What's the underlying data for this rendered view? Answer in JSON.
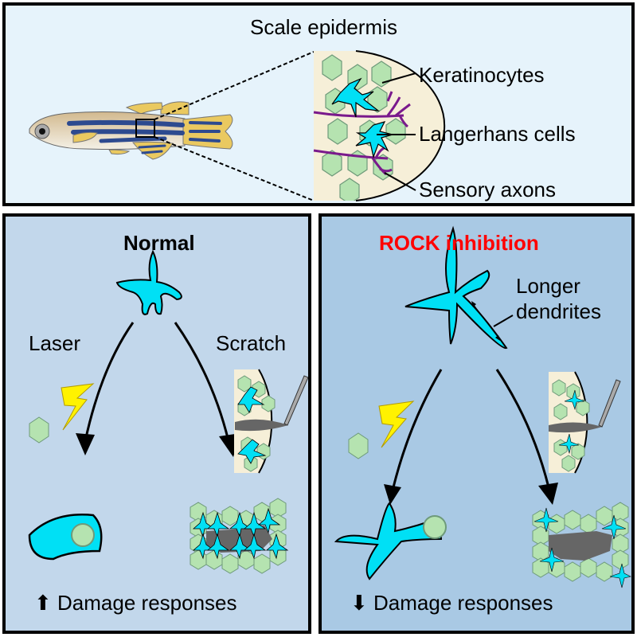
{
  "top_panel": {
    "title": "Scale epidermis",
    "labels": {
      "keratinocytes": "Keratinocytes",
      "langerhans": "Langerhans cells",
      "axons": "Sensory axons"
    }
  },
  "left_panel": {
    "title": "Normal",
    "laser_label": "Laser",
    "scratch_label": "Scratch",
    "footer_arrow": "⬆",
    "footer_text": "Damage responses"
  },
  "right_panel": {
    "title": "ROCK inhibition",
    "annotation_line1": "Longer",
    "annotation_line2": "dendrites",
    "footer_arrow": "⬇",
    "footer_text": "Damage responses"
  },
  "colors": {
    "cell_cyan": "#00e0f5",
    "keratinocyte_green": "#b5e3b0",
    "axon_purple": "#7a1a8c",
    "title_red": "#ff0000",
    "wound_gray": "#666666",
    "epidermis_cream": "#f6efd8",
    "lightning_yellow": "#fff200"
  }
}
